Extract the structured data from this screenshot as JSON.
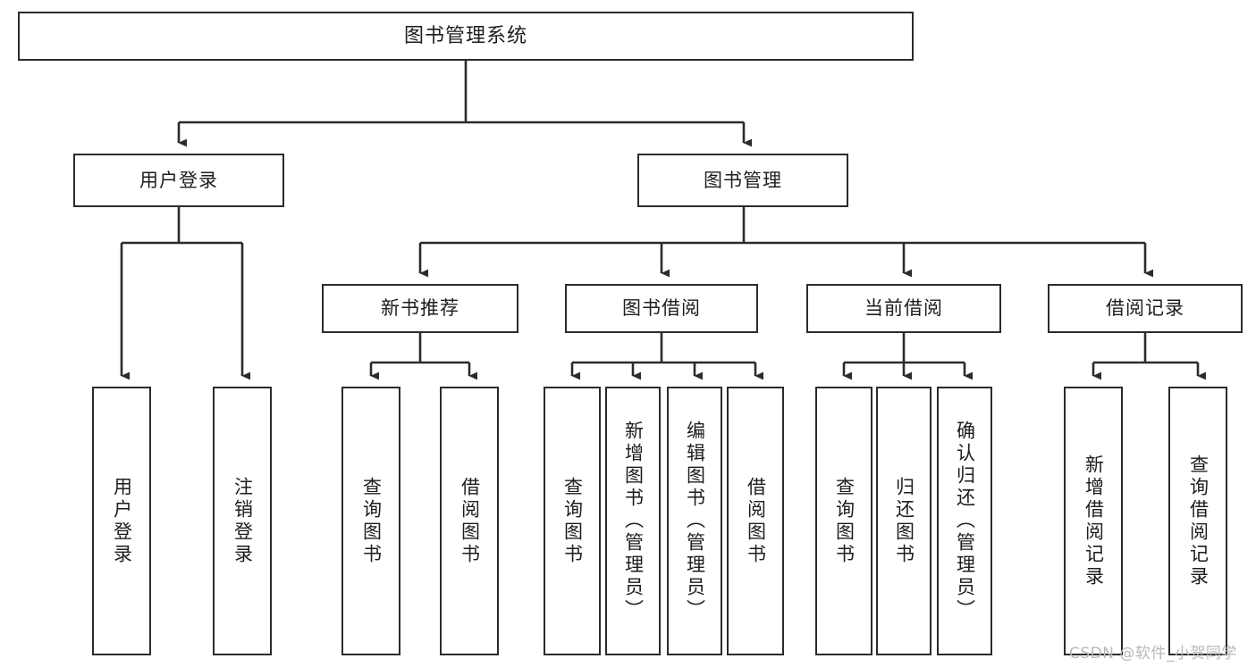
{
  "diagram": {
    "title": "图书管理系统",
    "type": "tree-hierarchy-diagram",
    "colors": {
      "box_border": "#2b2b2b",
      "box_fill": "#ffffff",
      "connector": "#2b2b2b",
      "background": "#ffffff",
      "watermark": "#b9b9b9"
    },
    "levels": {
      "root": {
        "label": "图书管理系统"
      },
      "level1": [
        {
          "label": "用户登录"
        },
        {
          "label": "图书管理"
        }
      ],
      "level2": [
        {
          "label": "新书推荐"
        },
        {
          "label": "图书借阅"
        },
        {
          "label": "当前借阅"
        },
        {
          "label": "借阅记录"
        }
      ],
      "leaves": {
        "user_login": [
          {
            "label": "用户登录"
          },
          {
            "label": "注销登录"
          }
        ],
        "new_book_recommend": [
          {
            "label": "查询图书"
          },
          {
            "label": "借阅图书"
          }
        ],
        "book_borrow": [
          {
            "label": "查询图书"
          },
          {
            "label": "新增图书（管理员）"
          },
          {
            "label": "编辑图书（管理员）"
          },
          {
            "label": "借阅图书"
          }
        ],
        "current_borrow": [
          {
            "label": "查询图书"
          },
          {
            "label": "归还图书"
          },
          {
            "label": "确认归还（管理员）"
          }
        ],
        "borrow_record": [
          {
            "label": "新增借阅记录"
          },
          {
            "label": "查询借阅记录"
          }
        ]
      }
    }
  },
  "watermark": {
    "text": "CSDN @软件_小贺同学"
  }
}
